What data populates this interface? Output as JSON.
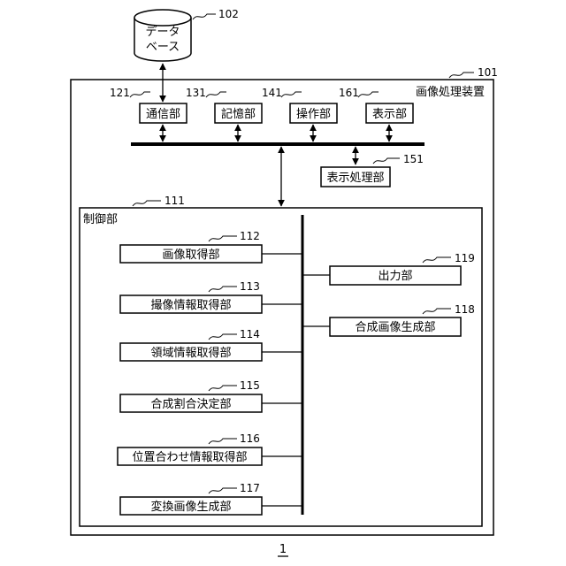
{
  "database": {
    "label_line1": "データ",
    "label_line2": "ベース",
    "ref": "102"
  },
  "device": {
    "title": "画像処理装置",
    "ref": "101"
  },
  "top_units": [
    {
      "label": "通信部",
      "ref": "121"
    },
    {
      "label": "記憶部",
      "ref": "131"
    },
    {
      "label": "操作部",
      "ref": "141"
    },
    {
      "label": "表示部",
      "ref": "161"
    }
  ],
  "display_processing": {
    "label": "表示処理部",
    "ref": "151"
  },
  "control": {
    "title": "制御部",
    "ref": "111"
  },
  "left_units": [
    {
      "label": "画像取得部",
      "ref": "112"
    },
    {
      "label": "撮像情報取得部",
      "ref": "113"
    },
    {
      "label": "領域情報取得部",
      "ref": "114"
    },
    {
      "label": "合成割合決定部",
      "ref": "115"
    },
    {
      "label": "位置合わせ情報取得部",
      "ref": "116"
    },
    {
      "label": "変換画像生成部",
      "ref": "117"
    }
  ],
  "right_units": [
    {
      "label": "出力部",
      "ref": "119"
    },
    {
      "label": "合成画像生成部",
      "ref": "118"
    }
  ],
  "figure_number": "1"
}
